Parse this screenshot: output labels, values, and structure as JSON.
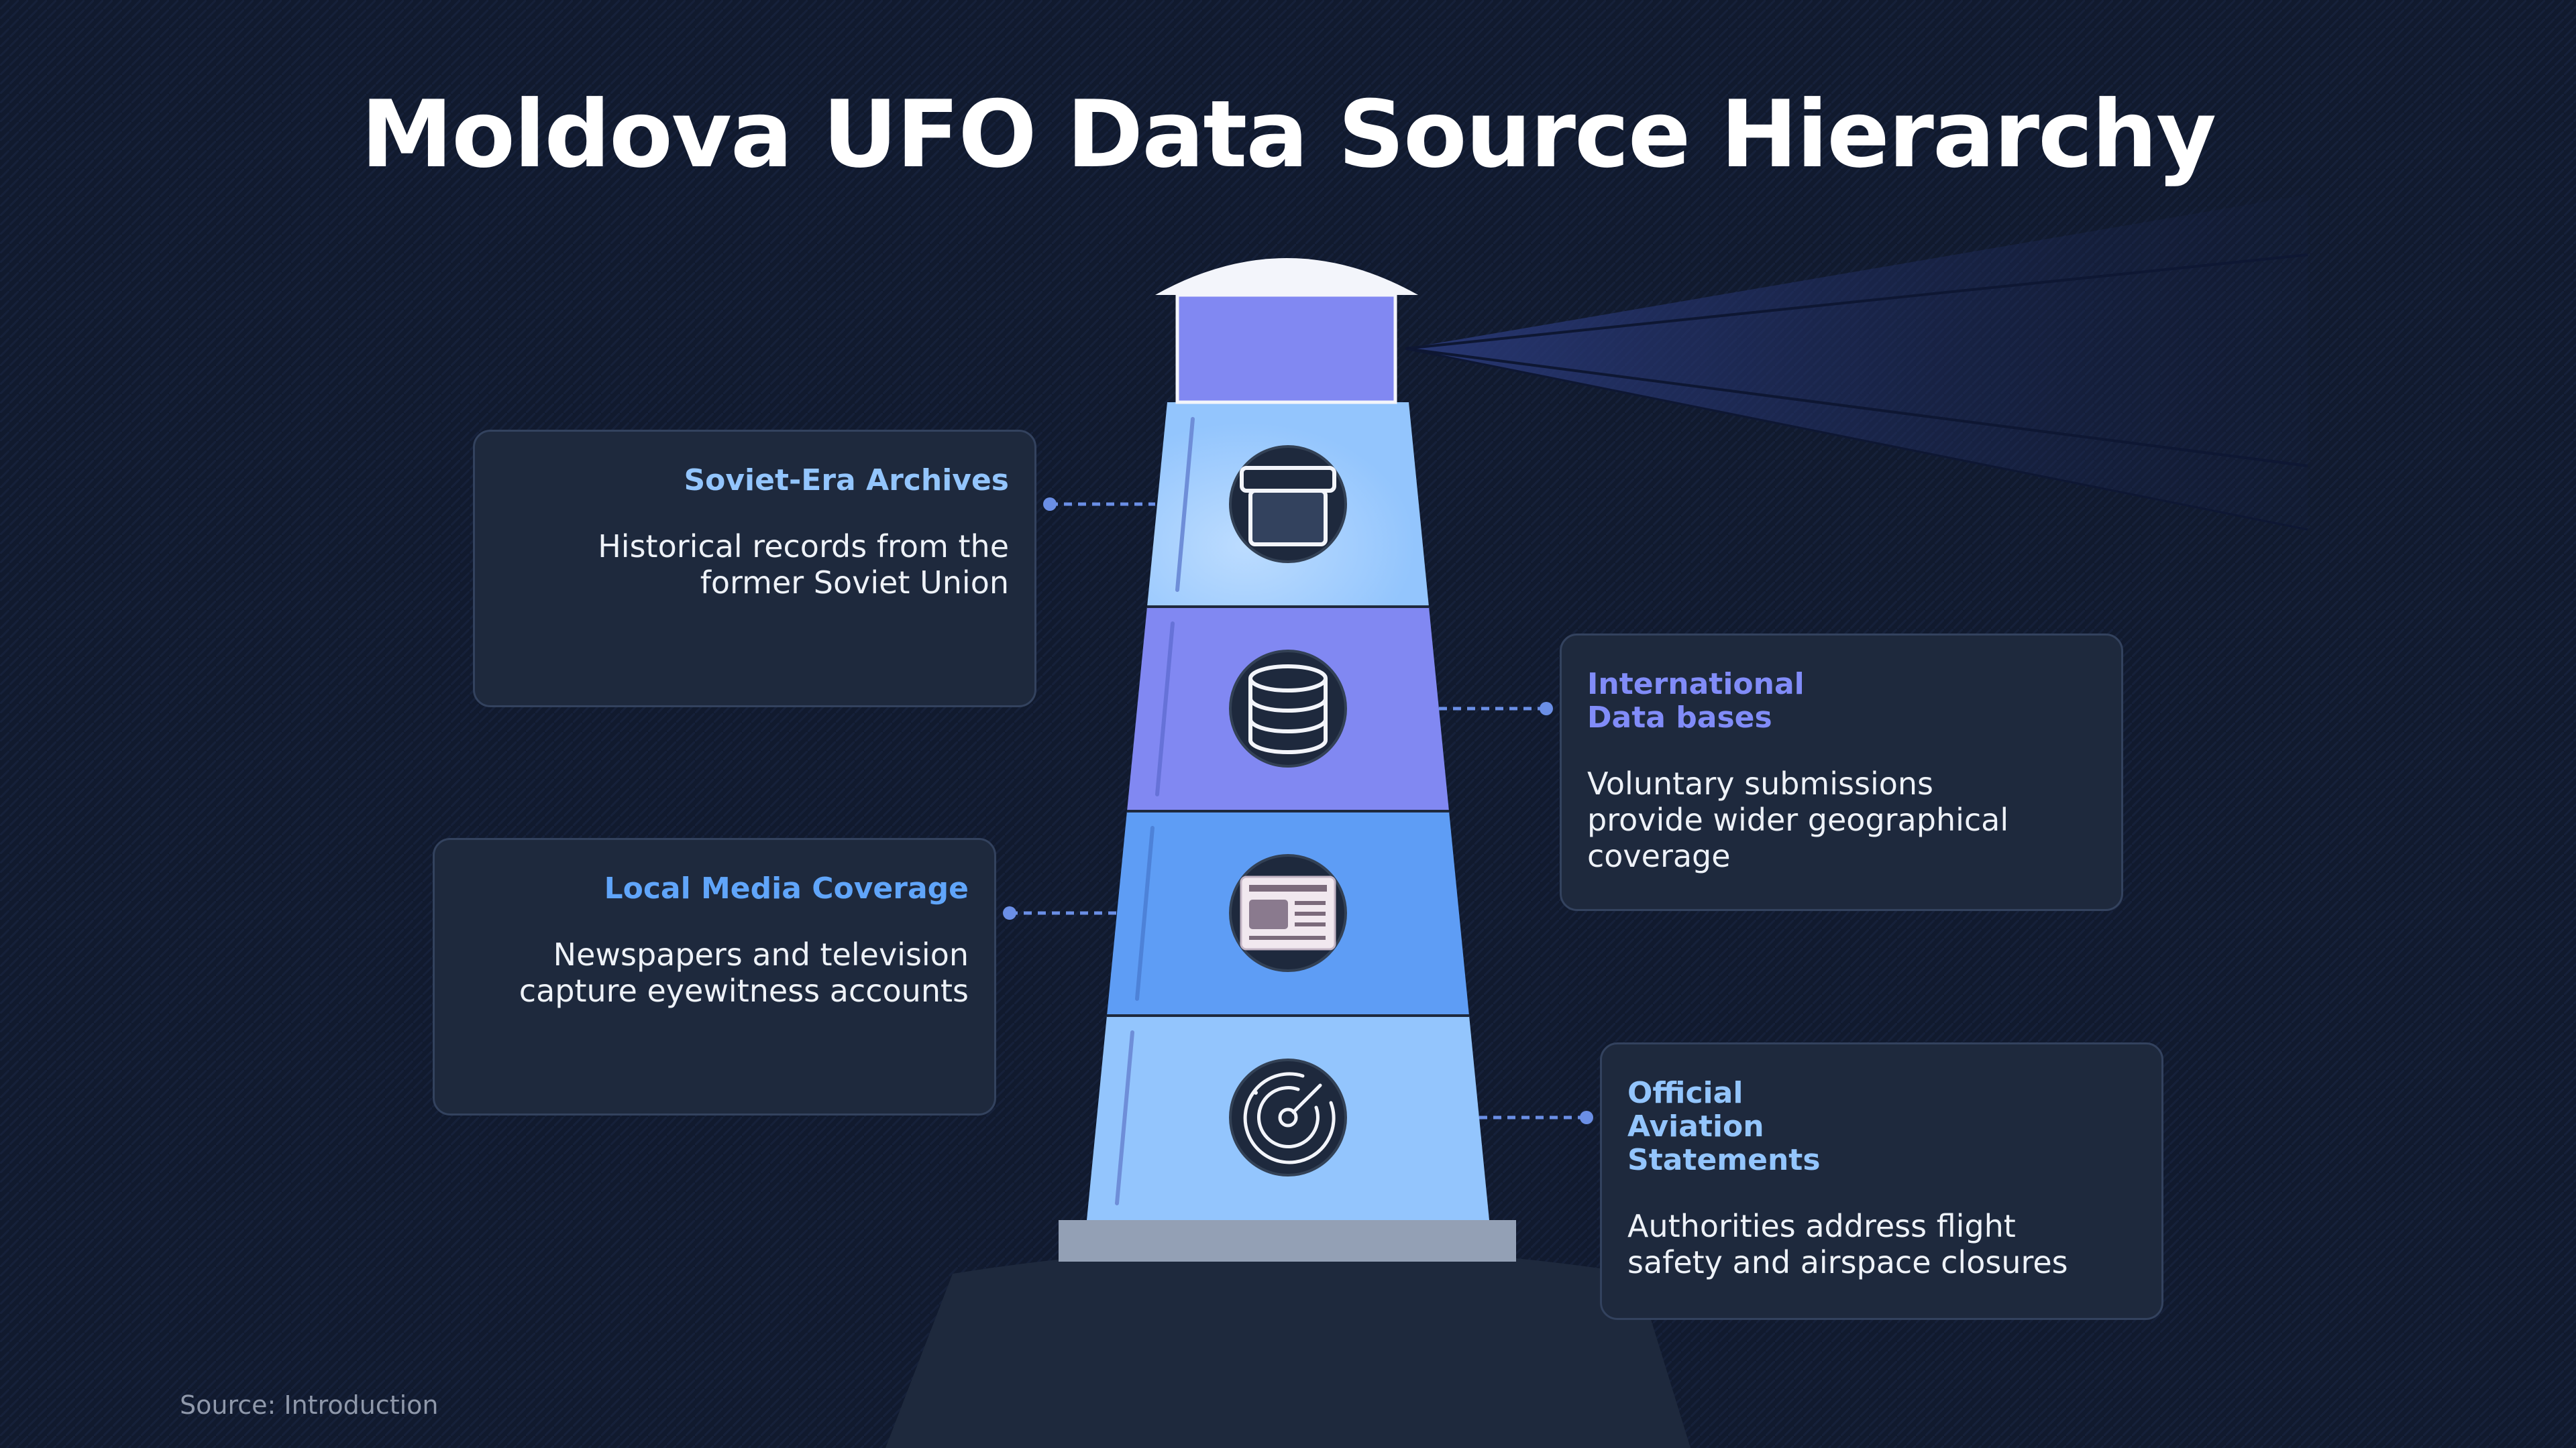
{
  "title": "Moldova UFO Data Source Hierarchy",
  "source": "Source: Introduction",
  "colors": {
    "background": "#111a2e",
    "card_bg": "#1e293d",
    "card_border": "#33425e",
    "blue_light": "#93c5fd",
    "indigo": "#818cf8",
    "blue": "#60a5fa",
    "lantern": "#8188f2",
    "connector": "#6b8fe6"
  },
  "tiers": [
    {
      "title": "Soviet-Era Archives",
      "description": "Historical records from the former Soviet Union",
      "icon": "archive-box-icon",
      "color": "#93c5fd"
    },
    {
      "title": "International Data bases",
      "description": "Voluntary submissions provide wider geographical coverage",
      "icon": "database-icon",
      "color": "#818cf8"
    },
    {
      "title": "Local Media Coverage",
      "description": "Newspapers and television capture eyewitness accounts",
      "icon": "newspaper-icon",
      "color": "#60a5fa"
    },
    {
      "title": "Official Aviation Statements",
      "description": "Authorities address flight safety and airspace closures",
      "icon": "radar-icon",
      "color": "#93c5fd"
    }
  ]
}
